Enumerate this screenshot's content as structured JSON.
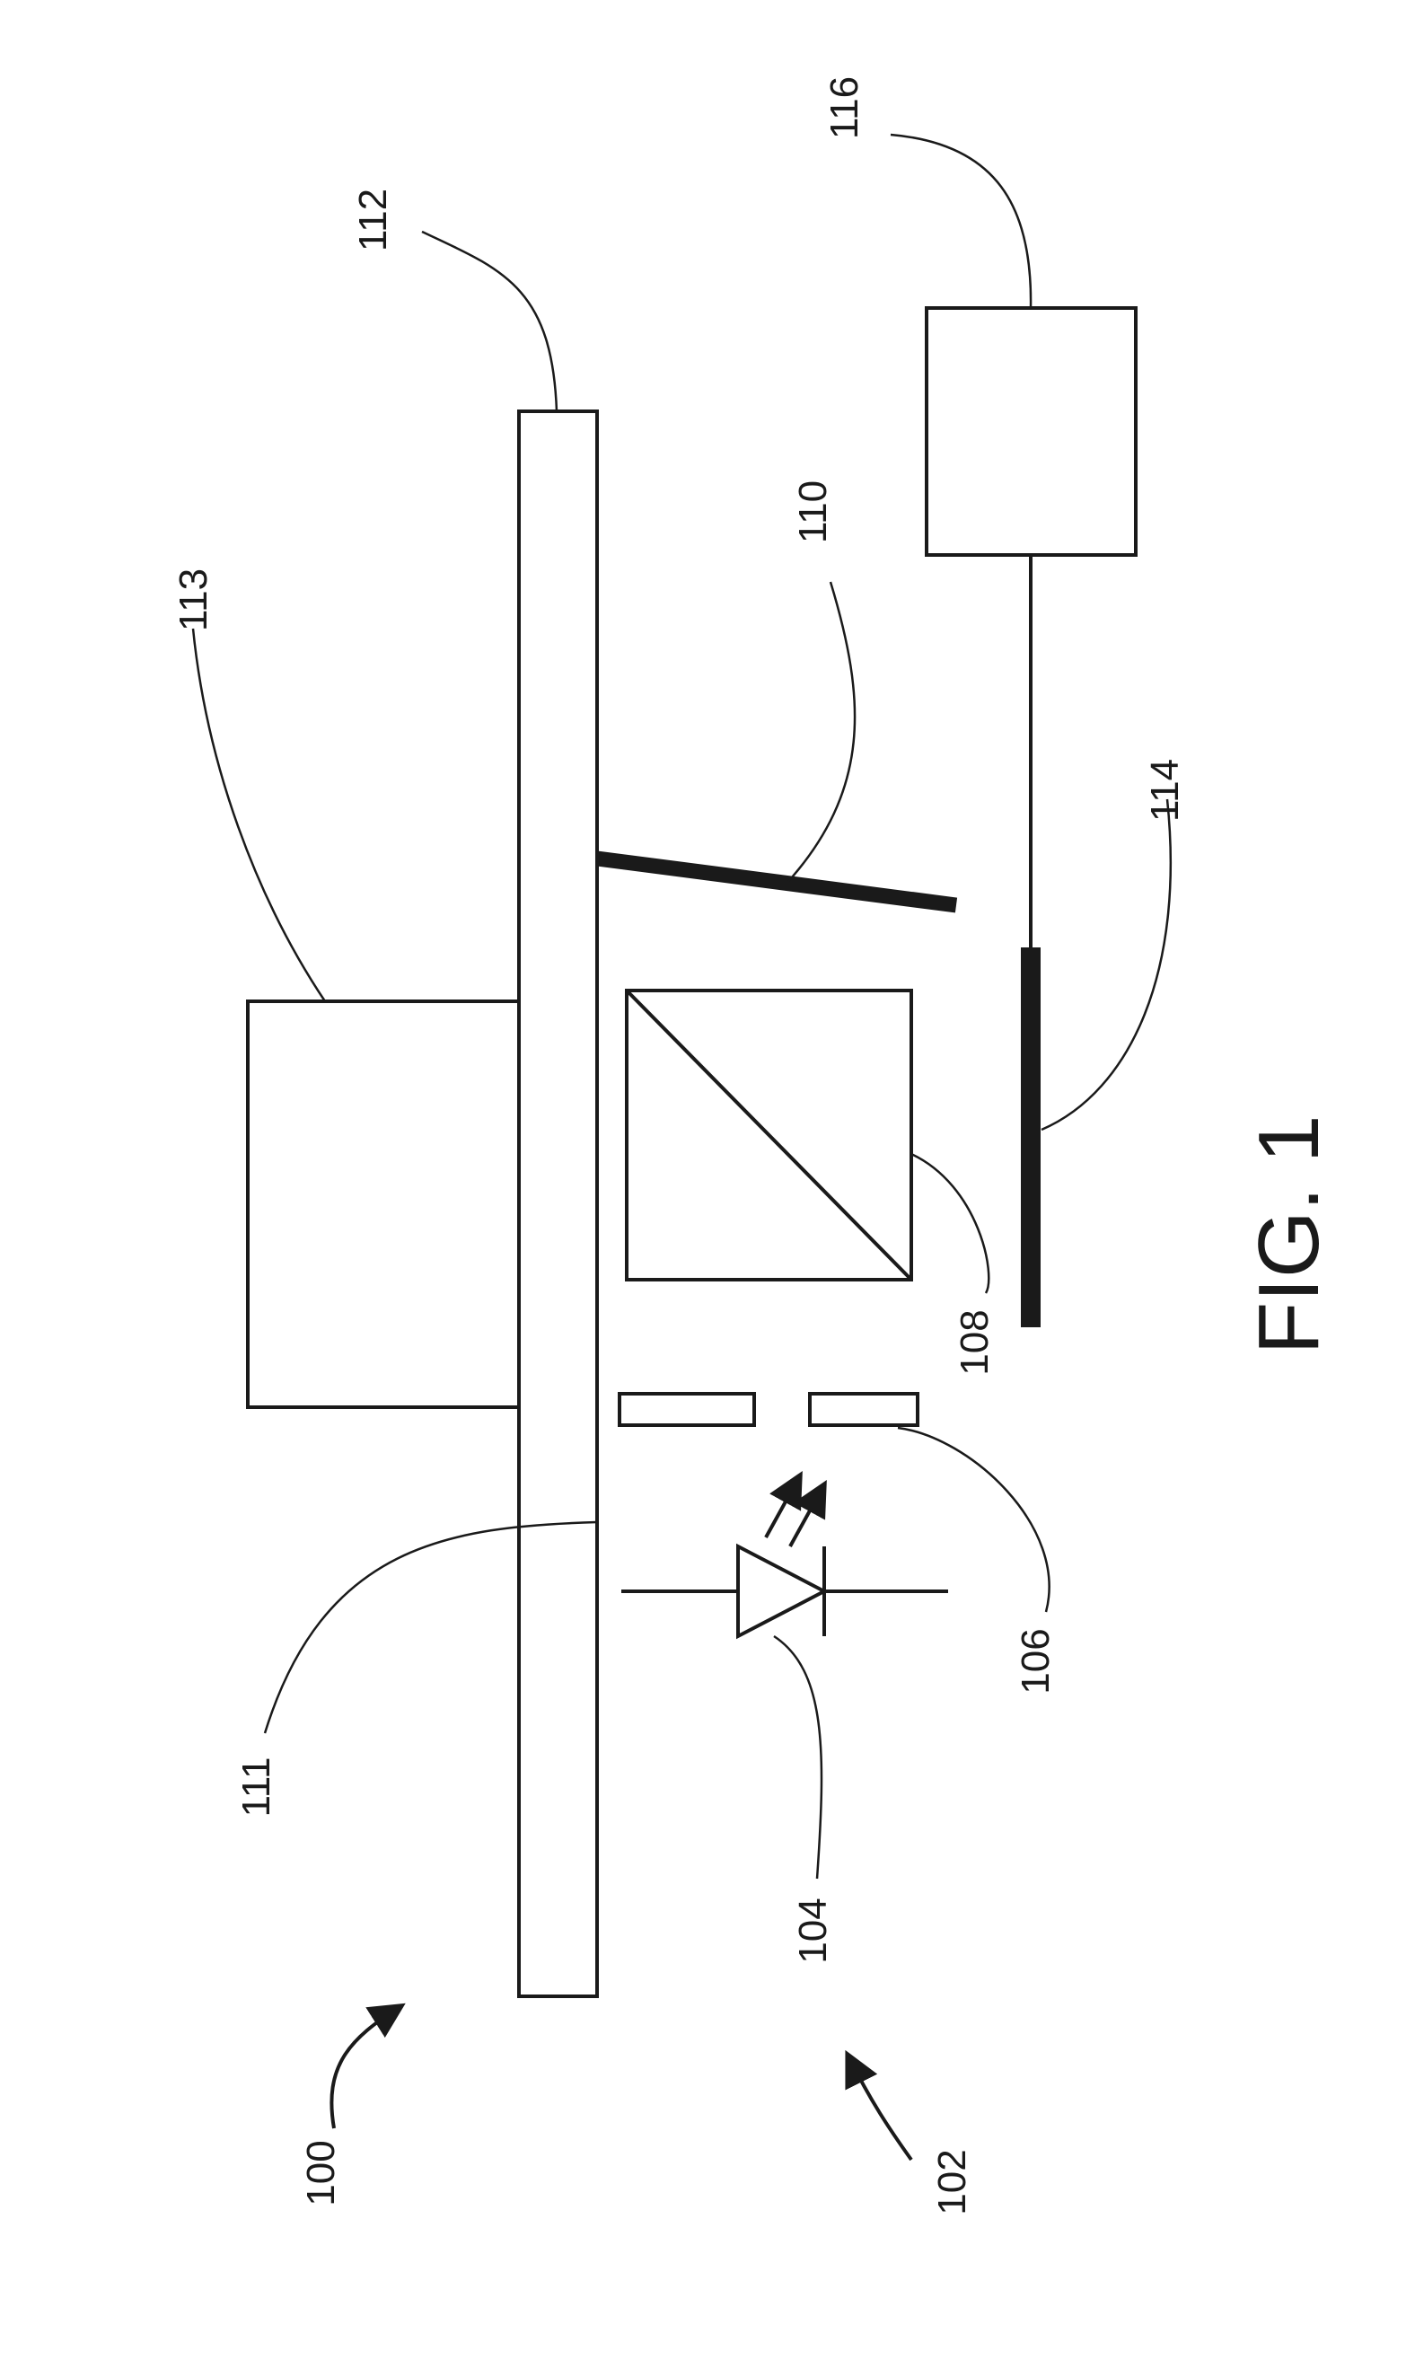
{
  "figure": {
    "title": "FIG. 1",
    "labels": {
      "system": "100",
      "optical_assembly": "102",
      "light_source": "104",
      "aperture": "106",
      "beam_splitter": "108",
      "mirror": "110",
      "substrate_surface": "111",
      "substrate": "112",
      "housing": "113",
      "sensor": "114",
      "processor": "116"
    }
  }
}
